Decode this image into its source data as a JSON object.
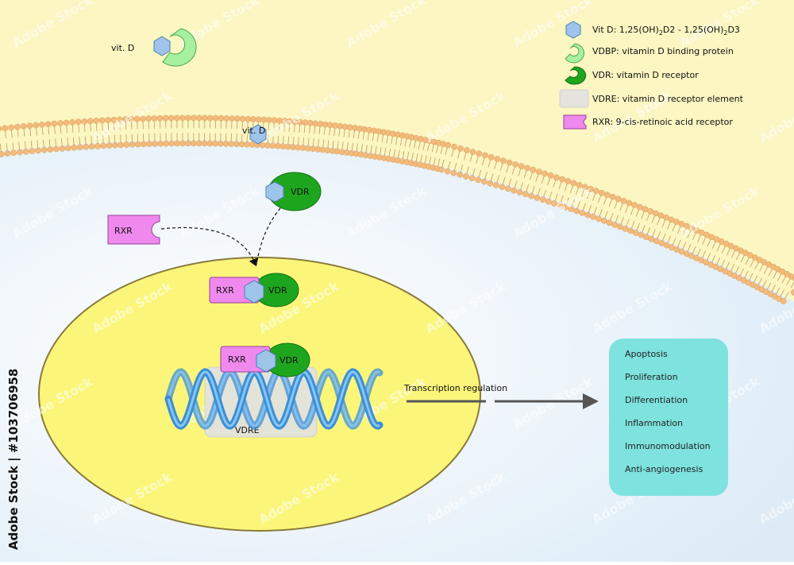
{
  "colors": {
    "extracellular": "#fbf6c2",
    "cytoplasm": "#e6f0f8",
    "nucleus": "#fbf67a",
    "nucleus_border": "#8a7a3a",
    "lipid_head": "#f2bb7c",
    "hexagon": "#9fc4ea",
    "vdbp": "#a6f0a0",
    "vdr": "#1ea51e",
    "vdre": "#e2e2e2",
    "rxr": "#f089ee",
    "effects_box": "#7ee2de",
    "dna": "#3a8fd8"
  },
  "labels": {
    "vitd_outside": "vit. D",
    "vitd_membrane": "vit. D",
    "vdr_free": "VDR",
    "rxr_free": "RXR",
    "rxr_complex_1": "RXR",
    "vdr_complex_1": "VDR",
    "rxr_complex_2": "RXR",
    "vdr_complex_2": "VDR",
    "vdre": "VDRE",
    "transcription": "Transcription regulation"
  },
  "legend": {
    "vitd_prefix": "Vit D: 1,25(OH)",
    "vitd_sub1": "2",
    "vitd_mid": "D2 - 1,25(OH)",
    "vitd_sub2": "2",
    "vitd_suffix": "D3",
    "vdbp": "VDBP: vitamin D binding protein",
    "vdr": "VDR: vitamin D receptor",
    "vdre": "VDRE: vitamin D receptor element",
    "rxr": "RXR: 9-cis-retinoic acid receptor"
  },
  "effects": [
    "Apoptosis",
    "Proliferation",
    "Differentiation",
    "Inflammation",
    "Immunomodulation",
    "Anti-angiogenesis"
  ],
  "watermark": {
    "side": "Adobe Stock | #103706958",
    "tile": "Adobe Stock"
  }
}
